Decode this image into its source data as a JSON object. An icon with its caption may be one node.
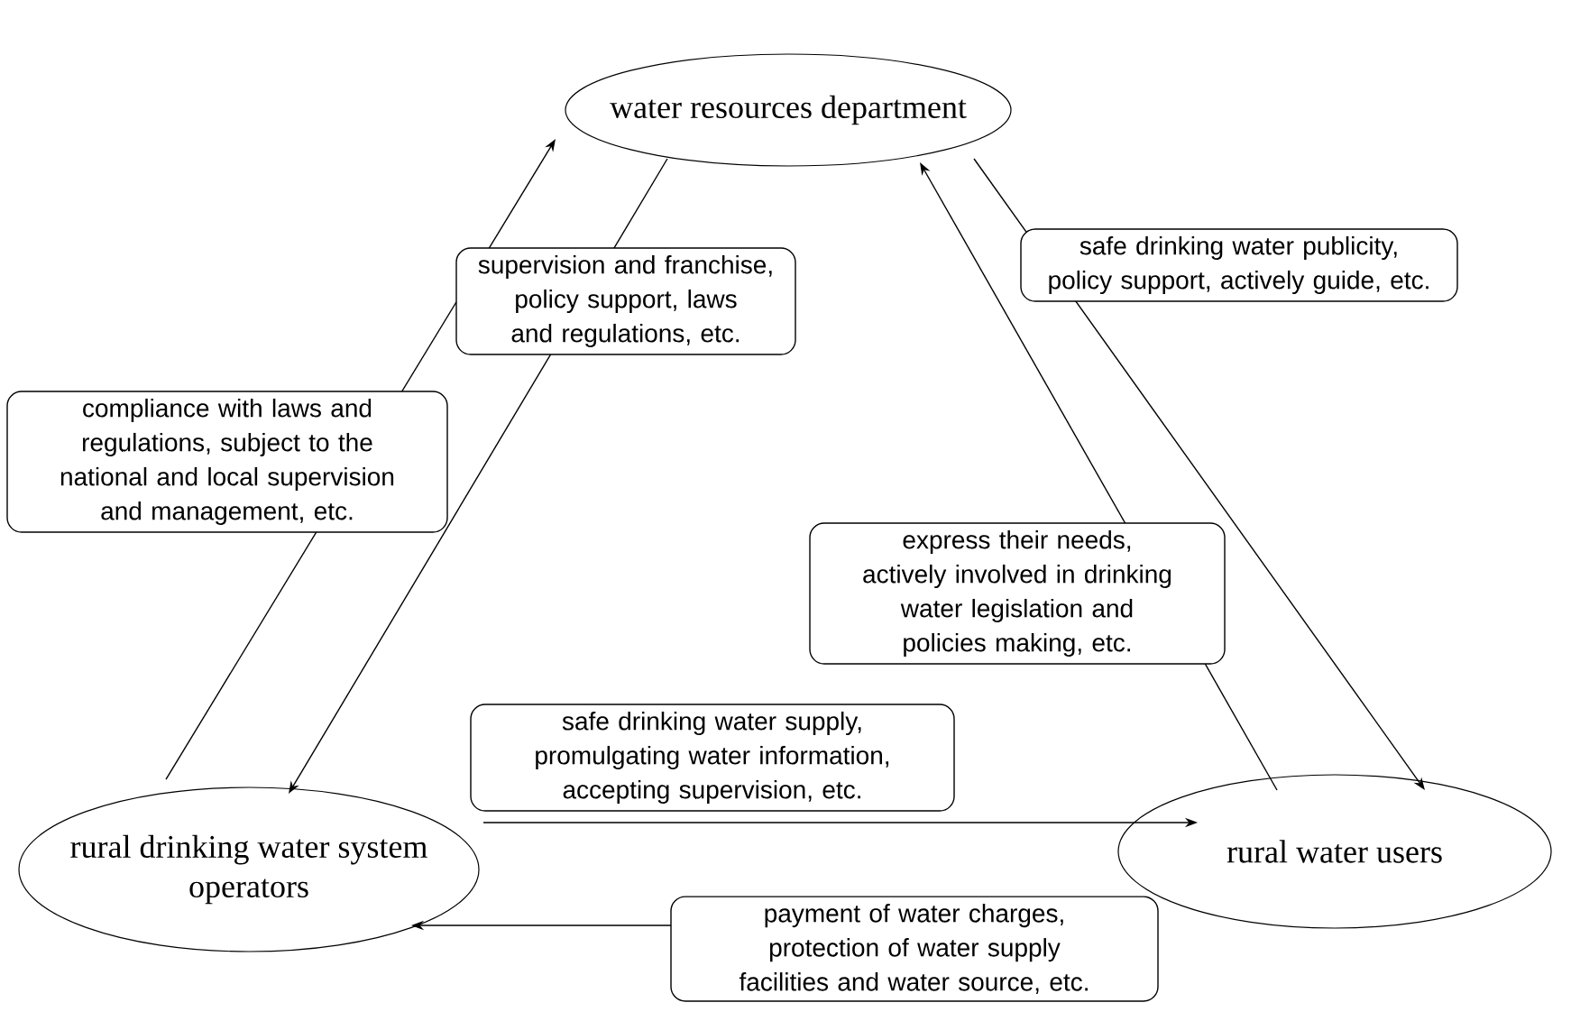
{
  "diagram": {
    "nodes": [
      {
        "text": [
          "water resources department"
        ]
      },
      {
        "text": [
          "rural drinking water system operators"
        ]
      },
      {
        "text": [
          "rural water users"
        ]
      }
    ],
    "edges": [
      {
        "from": 1,
        "to": 0,
        "arrow": "to",
        "label": "compliance with laws and regulations, subject to the national and local supervision and management, etc."
      },
      {
        "from": 0,
        "to": 1,
        "arrow": "to",
        "label": "supervision and franchise, policy support, laws and regulations, etc."
      },
      {
        "from": 0,
        "to": 2,
        "arrow": "to",
        "label": "safe drinking water publicity, policy support, actively guide, etc."
      },
      {
        "from": 2,
        "to": 0,
        "arrow": "to",
        "label": "express their needs, actively involved in drinking water legislation and policies making, etc."
      },
      {
        "from": 1,
        "to": 2,
        "arrow": "to",
        "label": "safe drinking water supply, promulgating water information, accepting supervision, etc."
      },
      {
        "from": 2,
        "to": 1,
        "arrow": "to",
        "label": "payment of water charges, protection of water supply facilities and water source, etc."
      }
    ]
  }
}
